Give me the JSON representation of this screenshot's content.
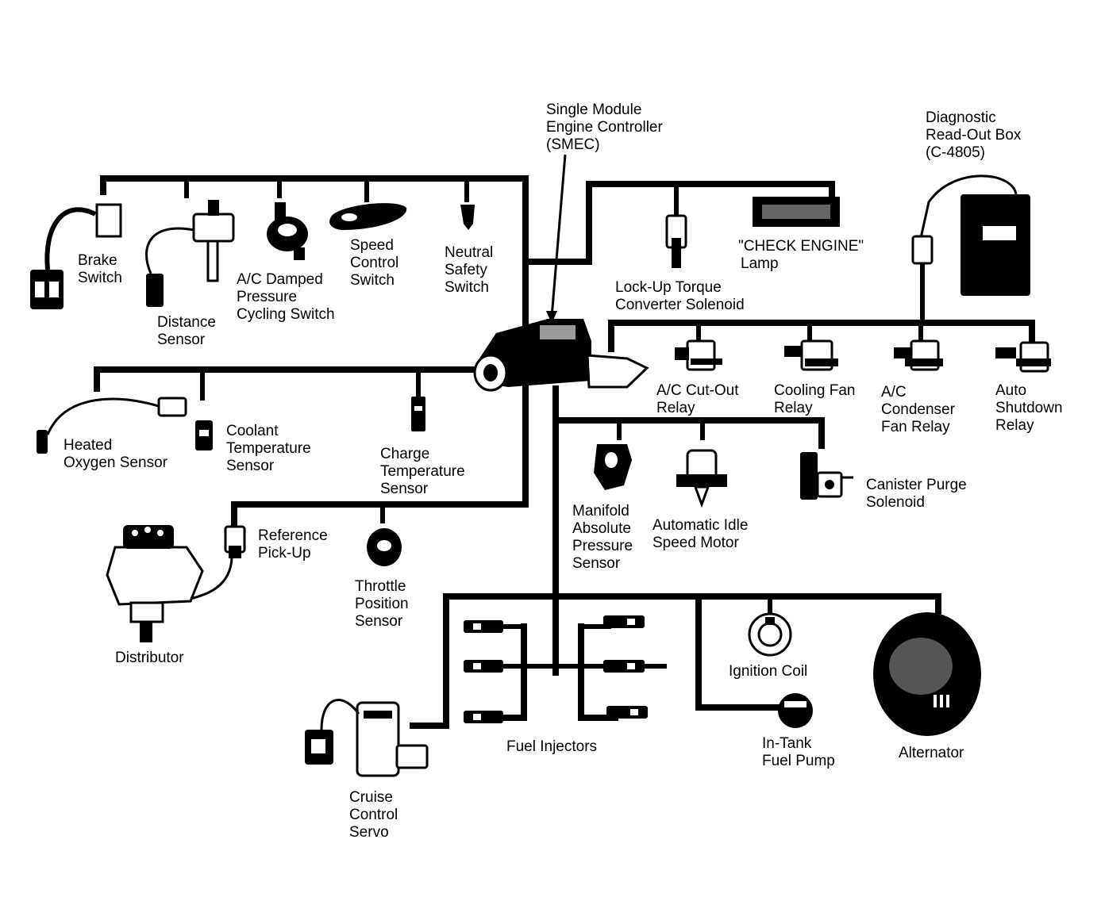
{
  "components": {
    "smec": [
      "Single Module",
      "Engine Controller",
      "(SMEC)"
    ],
    "diagnostic_box": [
      "Diagnostic",
      "Read-Out Box",
      "(C-4805)"
    ],
    "brake_switch": [
      "Brake",
      "Switch"
    ],
    "distance_sensor": [
      "Distance",
      "Sensor"
    ],
    "ac_damped": [
      "A/C Damped",
      "Pressure",
      "Cycling Switch"
    ],
    "speed_control": [
      "Speed",
      "Control",
      "Switch"
    ],
    "neutral_safety": [
      "Neutral",
      "Safety",
      "Switch"
    ],
    "check_engine": [
      "\"CHECK ENGINE\"",
      "Lamp"
    ],
    "lockup": [
      "Lock-Up Torque",
      "Converter Solenoid"
    ],
    "ac_cutout": [
      "A/C Cut-Out",
      "Relay"
    ],
    "cooling_fan": [
      "Cooling Fan",
      "Relay"
    ],
    "ac_condenser": [
      "A/C",
      "Condenser",
      "Fan Relay"
    ],
    "auto_shutdown": [
      "Auto",
      "Shutdown",
      "Relay"
    ],
    "heated_o2": [
      "Heated",
      "Oxygen Sensor"
    ],
    "coolant_temp": [
      "Coolant",
      "Temperature",
      "Sensor"
    ],
    "charge_temp": [
      "Charge",
      "Temperature",
      "Sensor"
    ],
    "map_sensor": [
      "Manifold",
      "Absolute",
      "Pressure",
      "Sensor"
    ],
    "ais_motor": [
      "Automatic Idle",
      "Speed Motor"
    ],
    "canister_purge": [
      "Canister Purge",
      "Solenoid"
    ],
    "reference_pickup": [
      "Reference",
      "Pick-Up"
    ],
    "throttle_pos": [
      "Throttle",
      "Position",
      "Sensor"
    ],
    "distributor": [
      "Distributor"
    ],
    "ignition_coil": [
      "Ignition Coil"
    ],
    "fuel_injectors": [
      "Fuel Injectors"
    ],
    "in_tank_pump": [
      "In-Tank",
      "Fuel Pump"
    ],
    "alternator": [
      "Alternator"
    ],
    "cruise_servo": [
      "Cruise",
      "Control",
      "Servo"
    ]
  },
  "colors": {
    "ink": "#000000",
    "paper": "#ffffff"
  }
}
